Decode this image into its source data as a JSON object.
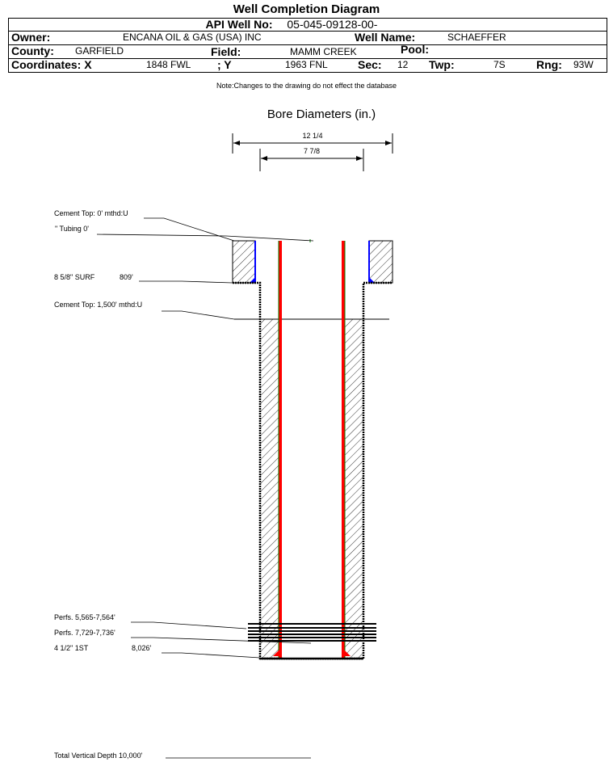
{
  "title": "Well Completion Diagram",
  "header": {
    "api_label": "API Well No:",
    "api_value": "05-045-09128-00-",
    "owner_label": "Owner:",
    "owner_value": "ENCANA OIL & GAS (USA) INC",
    "wellname_label": "Well Name:",
    "wellname_value": "SCHAEFFER",
    "county_label": "County:",
    "county_value": "GARFIELD",
    "field_label": "Field:",
    "field_value": "MAMM CREEK",
    "pool_label": "Pool:",
    "coordx_label": "Coordinates: X",
    "coordx_value": "1848 FWL",
    "coordy_label": "; Y",
    "coordy_value": "1963 FNL",
    "sec_label": "Sec:",
    "sec_value": "12",
    "twp_label": "Twp:",
    "twp_value": "7S",
    "rng_label": "Rng:",
    "rng_value": "93W"
  },
  "note": "Note:Changes to the drawing do not effect the database",
  "bore_title": "Bore Diameters (in.)",
  "dims": {
    "outer": "12 1/4",
    "inner": "7 7/8"
  },
  "labels": {
    "cement_top_surface": "Cement Top: 0' mthd:U",
    "tubing": "\" Tubing 0'",
    "surf_casing": "8 5/8\" SURF",
    "surf_depth": "809'",
    "cement_top_prod": "Cement Top: 1,500' mthd:U",
    "perfs1": "Perfs. 5,565-7,564'",
    "perfs2": "Perfs. 7,729-7,736'",
    "prod_casing": "4 1/2\" 1ST",
    "prod_depth": "8,026'",
    "tvd": "Total Vertical Depth 10,000'"
  },
  "colors": {
    "casing_red": "#ff0000",
    "casing_green": "#008000",
    "surf_blue": "#0000ff"
  }
}
